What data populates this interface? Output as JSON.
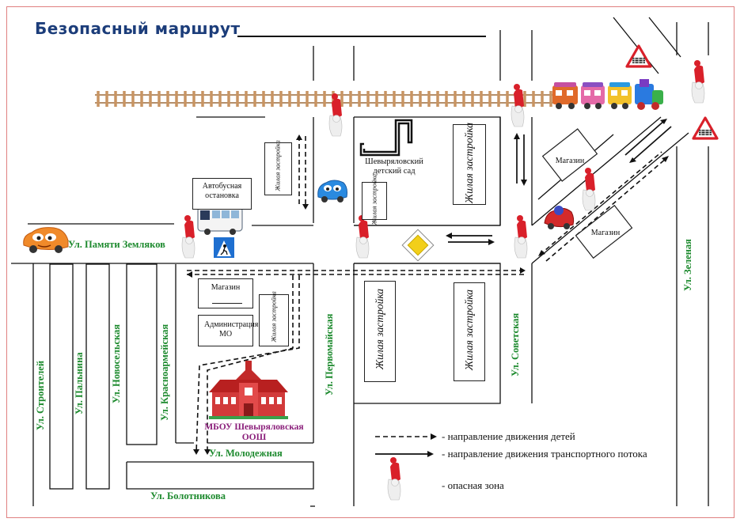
{
  "title": "Безопасный маршрут",
  "streets": {
    "pamyati": "Ул. Памяти Земляков",
    "stroiteley": "Ул. Строителей",
    "palyanina": "Ул. Пальнина",
    "novoselskaya": "Ул. Новосельская",
    "krasnoarmeyskaya": "Ул. Красноармейская",
    "pervomayskaya": "Ул. Первомайская",
    "sovetskaya": "Ул. Советская",
    "zelenaya": "Ул. Зеленая",
    "molodezhnaya": "Ул. Молодежная",
    "bolotnikova": "Ул. Болотникова"
  },
  "buildings": {
    "bus_stop": "Автобусная остановка",
    "kindergarten": "Шевыряловский детский сад",
    "shop_top": "Магазин",
    "shop_right": "Магазин",
    "shop_left": "Магазин",
    "admin": "Администрация МО",
    "residential": "Жилая застройка",
    "school": "МБОУ Шевыряловская ООШ"
  },
  "legend": {
    "children": "- направление движения детей",
    "traffic": "- направление движения транспортного потока",
    "danger": "- опасная зона"
  },
  "colors": {
    "title": "#1c3d7a",
    "street_label": "#1d8a2e",
    "school_label": "#8a1e7a",
    "danger_marker": "#d9202a",
    "rail": "#b8844c",
    "frame": "#e08080"
  },
  "icons": {
    "train": "train-icon",
    "car": "car-icon",
    "bus": "bus-icon",
    "crossing": "railway-crossing-sign-icon",
    "priority": "priority-road-sign-icon",
    "pedestrian": "pedestrian-crossing-sign-icon",
    "danger": "danger-zone-marker-icon"
  }
}
